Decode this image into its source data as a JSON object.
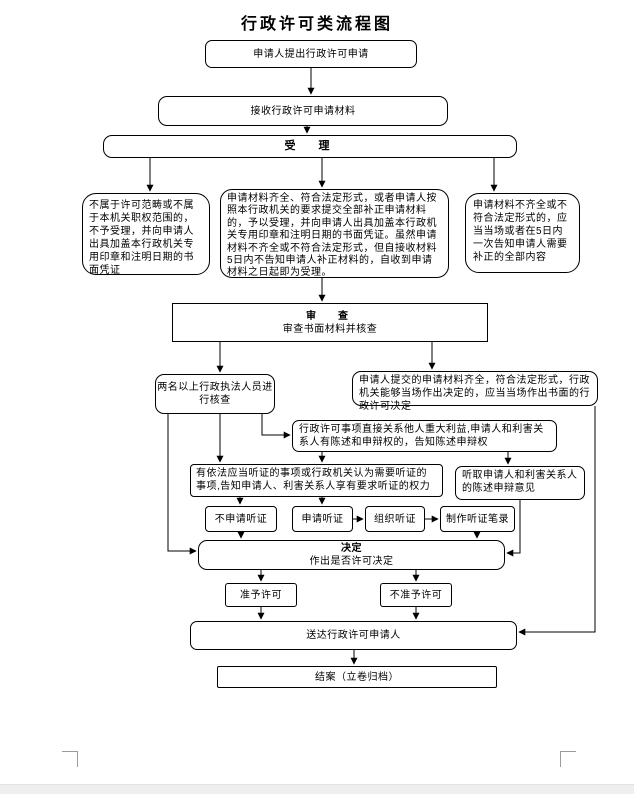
{
  "title": "行政许可类流程图",
  "colors": {
    "line": "#000000",
    "page": "#ffffff",
    "boundary_mark": "#9a9a9a"
  },
  "nodes": {
    "apply": "申请人提出行政许可申请",
    "receive": "接收行政许可申请材料",
    "accept": "受　理",
    "reject_notice": "不属于许可范畴或不属于本机关职权范围的，不予受理，并向申请人出具加盖本行政机关专用印章和注明日期的书面凭证",
    "accept_notice": "申请材料齐全、符合法定形式，或者申请人按照本行政机关的要求提交全部补正申请材料的，予以受理，并向申请人出具加盖本行政机关专用印章和注明日期的书面凭证。虽然申请材料不齐全或不符合法定形式，但自接收材料5日内不告知申请人补正材料的，自收到申请材料之日起即为受理。",
    "supplement_notice": "申请材料不齐全或不符合法定形式的，应当当场或者在5日内一次告知申请人需要补正的全部内容",
    "review_title": "审　查",
    "review_sub": "审查书面材料并核查",
    "verify": "两名以上行政执法人员进行核查",
    "onsite_decision": "申请人提交的申请材料齐全，符合法定形式，行政机关能够当场作出决定的，应当当场作出书面的行政许可决定",
    "statement_rights": "行政许可事项直接关系他人重大利益,申请人和利害关系人有陈述和申辩权的，告知陈述申辩权",
    "hearing_rights": "有依法应当听证的事项或行政机关认为需要听证的事项,告知申请人、利害关系人享有要求听证的权力",
    "listen_statement": "听取申请人和利害关系人的陈述申辩意见",
    "no_hearing": "不申请听证",
    "apply_hearing": "申请听证",
    "organize_hearing": "组织听证",
    "hearing_record": "制作听证笔录",
    "decision_title": "决定",
    "decision_sub": "作出是否许可决定",
    "grant": "准予许可",
    "deny": "不准予许可",
    "deliver": "送达行政许可申请人",
    "close_case": "结案（立卷归档）"
  }
}
